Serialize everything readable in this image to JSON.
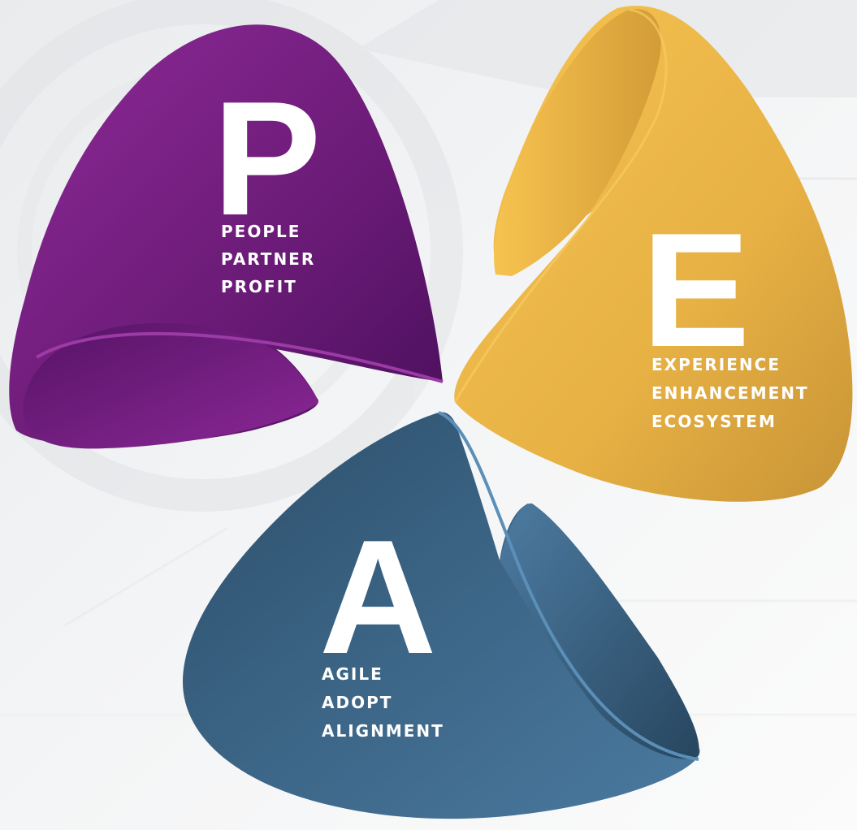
{
  "petals": {
    "p": {
      "letter": "P",
      "words": [
        "PEOPLE",
        "PARTNER",
        "PROFIT"
      ],
      "color": "#6a1c77"
    },
    "e": {
      "letter": "E",
      "words": [
        "EXPERIENCE",
        "ENHANCEMENT",
        "ECOSYSTEM"
      ],
      "color": "#e5af40"
    },
    "a": {
      "letter": "A",
      "words": [
        "AGILE",
        "ADOPT",
        "ALIGNMENT"
      ],
      "color": "#3a6282"
    }
  }
}
